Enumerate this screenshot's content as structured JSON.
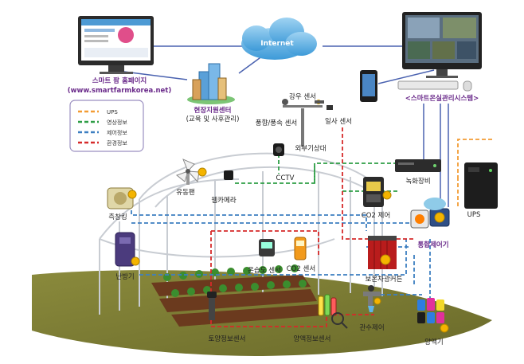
{
  "internet": "Internet",
  "homepage": {
    "title": "스마트 팜 홈페이지",
    "url": "(www.smartfarmkorea.net)"
  },
  "support_center": {
    "title": "현장지원센터",
    "subtitle": "(교육 및 사후관리)"
  },
  "management_system": "<스마트온실관리시스템>",
  "legend": [
    {
      "label": "UPS",
      "color": "#f39c34"
    },
    {
      "label": "영상정보",
      "color": "#2e9e46"
    },
    {
      "label": "제어정보",
      "color": "#3d7fc1"
    },
    {
      "label": "환경정보",
      "color": "#d62a2a"
    }
  ],
  "labels": {
    "rain_sensor": "강우 센서",
    "wind_sensor": "풍향/풍속 센서",
    "light_sensor": "일사 센서",
    "weather_station": "외부기상대",
    "fan": "유동팬",
    "cctv": "CCTV",
    "webcam": "웹카메라",
    "recorder": "녹화장비",
    "side_window": "측창킹",
    "co2_control": "CO2 제어",
    "ups": "UPS",
    "heater": "난방기",
    "integrated_controller": "통합제어기",
    "temp_humidity_sensor": "온습도 센서",
    "co2_sensor": "CO2 센서",
    "shade_curtain": "보온차광커튼",
    "soil_sensor": "토양정보센서",
    "nutrient_sensor": "양액정보센서",
    "irrigation": "관수제어",
    "nutrient_machine": "양액기"
  }
}
